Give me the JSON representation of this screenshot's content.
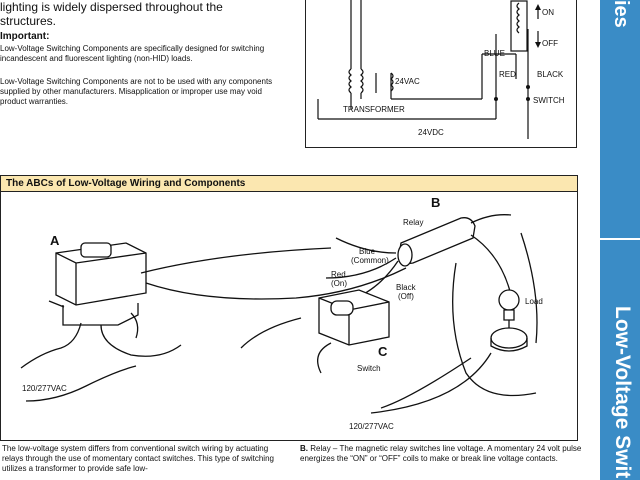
{
  "sidebar": {
    "top_label": "ies",
    "bottom_label": "Low-Voltage Swit"
  },
  "intro": {
    "tail": "lighting is widely dispersed throughout the structures."
  },
  "important": {
    "heading": "Important:",
    "p1": "Low-Voltage Switching Components are specifically designed for switching incandescent and fluorescent lighting (non-HID) loads.",
    "p2": "Low-Voltage Switching Components are not to be used with any components supplied by other manufacturers. Misapplication or improper use may void product warranties."
  },
  "schematic": {
    "on": "ON",
    "off": "OFF",
    "blue": "BLUE",
    "red": "RED",
    "black": "BLACK",
    "switch": "SWITCH",
    "v24ac": "24VAC",
    "transformer": "TRANSFORMER",
    "v24dc": "24VDC"
  },
  "diagram": {
    "title": "The ABCs of Low-Voltage Wiring and Components",
    "label_a": "A",
    "label_b": "B",
    "label_c": "C",
    "relay": "Relay",
    "blue_line1": "Blue",
    "blue_line2": "(Common)",
    "red_line1": "Red",
    "red_line2": "(On)",
    "black_line1": "Black",
    "black_line2": "(Off)",
    "load": "Load",
    "switch": "Switch",
    "vac_left": "120/277VAC",
    "vac_right": "120/277VAC"
  },
  "bottom": {
    "left": "The low-voltage system differs from conventional switch wiring by actuating relays through the use of momentary contact switches. This type of switching utilizes a transformer to provide safe low-",
    "right_bold": "B.",
    "right": "Relay – The magnetic relay switches line voltage. A momentary 24 volt pulse energizes the “ON” or “OFF” coils to make or break line voltage contacts."
  }
}
